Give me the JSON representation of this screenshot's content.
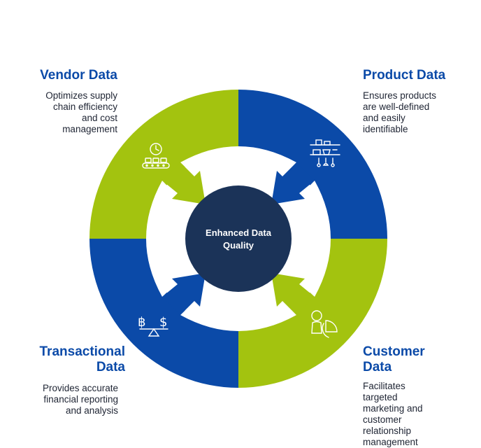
{
  "center": {
    "line1": "Enhanced Data",
    "line2": "Quality"
  },
  "quadrants": {
    "vendor": {
      "title": "Vendor Data",
      "desc": [
        "Optimizes supply",
        "chain efficiency",
        "and cost",
        "management"
      ],
      "icon": "clock-conveyor-icon"
    },
    "product": {
      "title": "Product Data",
      "desc": [
        "Ensures products",
        "are well-defined",
        "and easily",
        "identifiable"
      ],
      "icon": "product-shelf-icon"
    },
    "transactional": {
      "title": [
        "Transactional",
        "Data"
      ],
      "desc": [
        "Provides accurate",
        "financial reporting",
        "and analysis"
      ],
      "icon": "currency-scale-icon"
    },
    "customer": {
      "title": [
        "Customer",
        "Data"
      ],
      "desc": [
        "Facilitates",
        "targeted",
        "marketing and",
        "customer",
        "relationship",
        "management"
      ],
      "icon": "customer-pie-icon"
    }
  },
  "colors": {
    "green": "#a3c30f",
    "blue": "#0b4aa8",
    "center": "#1b3358",
    "title": "#0b4aa8",
    "text": "#1e2433"
  }
}
